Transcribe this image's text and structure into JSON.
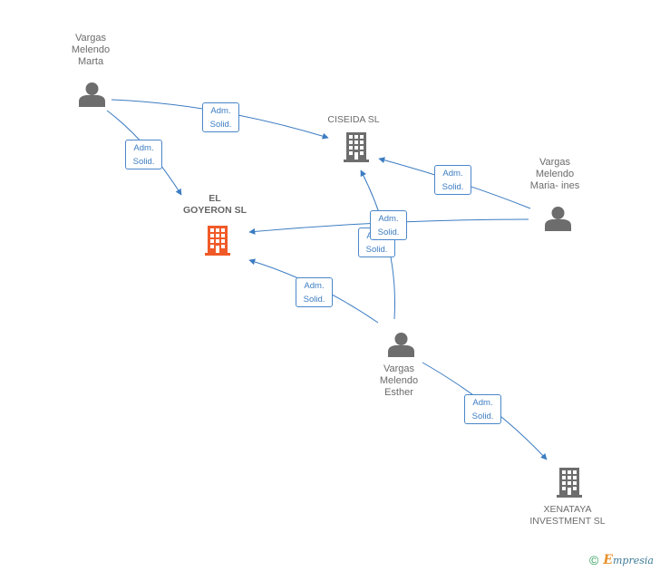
{
  "nodes": {
    "marta": {
      "name": [
        "Vargas",
        "Melendo",
        "Marta"
      ]
    },
    "maria_ines": {
      "name": [
        "Vargas",
        "Melendo",
        "Maria- ines"
      ]
    },
    "esther": {
      "name": [
        "Vargas",
        "Melendo",
        "Esther"
      ]
    },
    "el_goyeron": {
      "name": [
        "EL",
        "GOYERON SL"
      ]
    },
    "ciseida": {
      "name": [
        "CISEIDA SL"
      ]
    },
    "xenataya": {
      "name": [
        "XENATAYA",
        "INVESTMENT  SL"
      ]
    }
  },
  "edges": [
    {
      "from": "marta",
      "to": "ciseida",
      "label": [
        "Adm.",
        "Solid."
      ]
    },
    {
      "from": "marta",
      "to": "el_goyeron",
      "label": [
        "Adm.",
        "Solid."
      ]
    },
    {
      "from": "maria_ines",
      "to": "ciseida",
      "label": [
        "Adm.",
        "Solid."
      ]
    },
    {
      "from": "maria_ines",
      "to": "el_goyeron",
      "label": [
        "Adm.",
        "Solid."
      ]
    },
    {
      "from": "esther",
      "to": "ciseida",
      "label": [
        "Adm.",
        "Solid."
      ]
    },
    {
      "from": "esther",
      "to": "el_goyeron",
      "label": [
        "Adm.",
        "Solid."
      ]
    },
    {
      "from": "esther",
      "to": "xenataya",
      "label": [
        "Adm.",
        "Solid."
      ]
    }
  ],
  "colors": {
    "edge": "#3c7cc2",
    "person": "#6d6d6d",
    "company": "#6d6d6d",
    "focus_company": "#f05a28"
  },
  "branding": {
    "copyright": "©",
    "e": "E",
    "rest": "mpresia"
  }
}
